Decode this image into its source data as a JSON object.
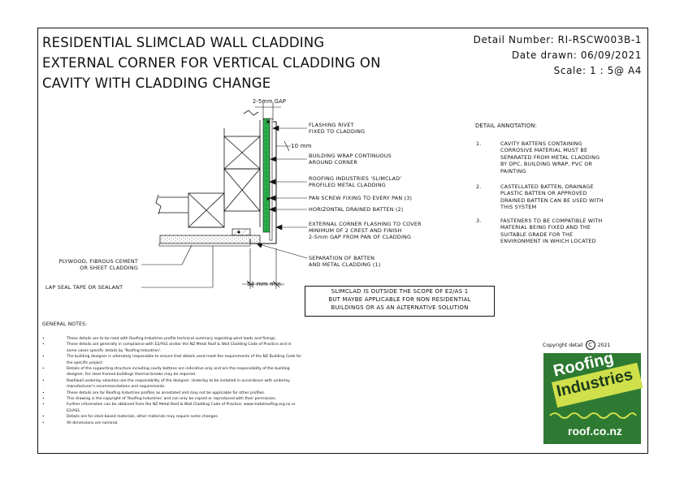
{
  "title": {
    "line1": "RESIDENTIAL SLIMCLAD WALL CLADDING",
    "line2": "EXTERNAL CORNER FOR VERTICAL CLADDING ON",
    "line3": "CAVITY WITH CLADDING CHANGE"
  },
  "meta": {
    "detail_number": "Detail Number:  RI-RSCW003B-1",
    "date_drawn": "Date drawn:  06/09/2021",
    "scale": "Scale:   1 : 5@ A4"
  },
  "drawing_labels": {
    "gap": "2-5mm GAP",
    "flashing_rivet_1": "FLASHING RIVET",
    "flashing_rivet_2": "FIXED TO CLADDING",
    "ten_mm": "10 mm",
    "building_wrap_1": "BUILDING WRAP CONTINUOUS",
    "building_wrap_2": "AROUND CORNER",
    "slimclad_1": "ROOFING INDUSTRIES 'SLIMCLAD'",
    "slimclad_2": "PROFILED METAL CLADDING",
    "pan_screw": "PAN SCREW FIXING TO EVERY PAN (3)",
    "drained_batten": "HORIZONTAL DRAINED BATTEN (2)",
    "ext_corner_1": "EXTERNAL CORNER FLASHING TO COVER",
    "ext_corner_2": "MINIMUM OF 2 CREST AND FINISH",
    "ext_corner_3": "2-5mm GAP FROM PAN OF CLADDING",
    "separation_1": "SEPARATION OF BATTEN",
    "separation_2": "AND METAL CLADDING (1)",
    "dim_54": "54 mm min.",
    "plywood_1": "PLYWOOD, FIBROUS CEMENT",
    "plywood_2": "OR SHEET CLADDING",
    "lap_seal": "LAP SEAL TAPE OR SEALANT"
  },
  "detail_annotation": {
    "heading": "DETAIL ANNOTATION:",
    "items": [
      {
        "num": "1.",
        "text": "CAVITY BATTENS CONTAINING\nCORROSIVE MATERIAL MUST BE\nSEPARATED FROM METAL CLADDING\nBY DPC, BUILDING WRAP, PVC OR\nPAINTING"
      },
      {
        "num": "2.",
        "text": "CASTELLATED BATTEN, DRAINAGE\nPLASTIC BATTEN OR APPROVED\nDRAINED BATTEN CAN BE USED WITH\nTHIS SYSTEM"
      },
      {
        "num": "3.",
        "text": "FASTENERS TO BE COMPATIBLE WITH\nMATERIAL BEING FIXED AND THE\nSUITABLE GRADE FOR THE\nENVIRONMENT IN WHICH LOCATED"
      }
    ]
  },
  "scope_notice": {
    "line1": "SLIMCLAD IS OUTSIDE THE SCOPE OF E2/AS 1",
    "line2": "BUT MAYBE APPLICABLE FOR NON RESIDENTIAL",
    "line3": "BUILDINGS OR AS AN ALTERNATIVE SOLUTION"
  },
  "general_notes": {
    "heading": "GENERAL NOTES:",
    "items": [
      "These details are to be read with Roofing Industries profile technical summary regarding wind loads and fixings.",
      "These details are generally in compliance with E2/AS1 and/or the NZ Metal Roof & Wall Cladding Code of Practice and in\nsome cases specific details by 'Roofing Industries'.",
      "The building designer is ultimately responsible to ensure that details used meet the requirements of the NZ Building Code for\nthe specific project.",
      "Details of the supporting structure including cavity battens are indicative only and are the responsibility of the building\ndesigner. For steel framed buildings thermal breaks may be required.",
      "Roof/wall underlay selection are the responsibility of the designer. Underlay to be installed in accordance with underlay\nmanufacturer's recommendations and requirements.",
      "These details are for Roofing Industries profiles as annotated and may not be applicable for other profiles.",
      "This drawing is the copyright of 'Roofing Industries' and can only be copied or reproduced with their permission.",
      "Further information can be obtained from the NZ Metal Roof & Wall Cladding Code of Practice: www.metalroofing.org.nz or\nE2/AS1.",
      "Details are for steel based materials, other materials may require some changes.",
      "All dimensions are nominal."
    ]
  },
  "copyright": {
    "prefix": "Copyright detail",
    "symbol": "C",
    "year": "2021"
  },
  "logo": {
    "word1": "Roofing",
    "word2": "Industries",
    "url": "roof.co.nz",
    "green": "#2e7a32",
    "lime": "#cfe04a"
  }
}
